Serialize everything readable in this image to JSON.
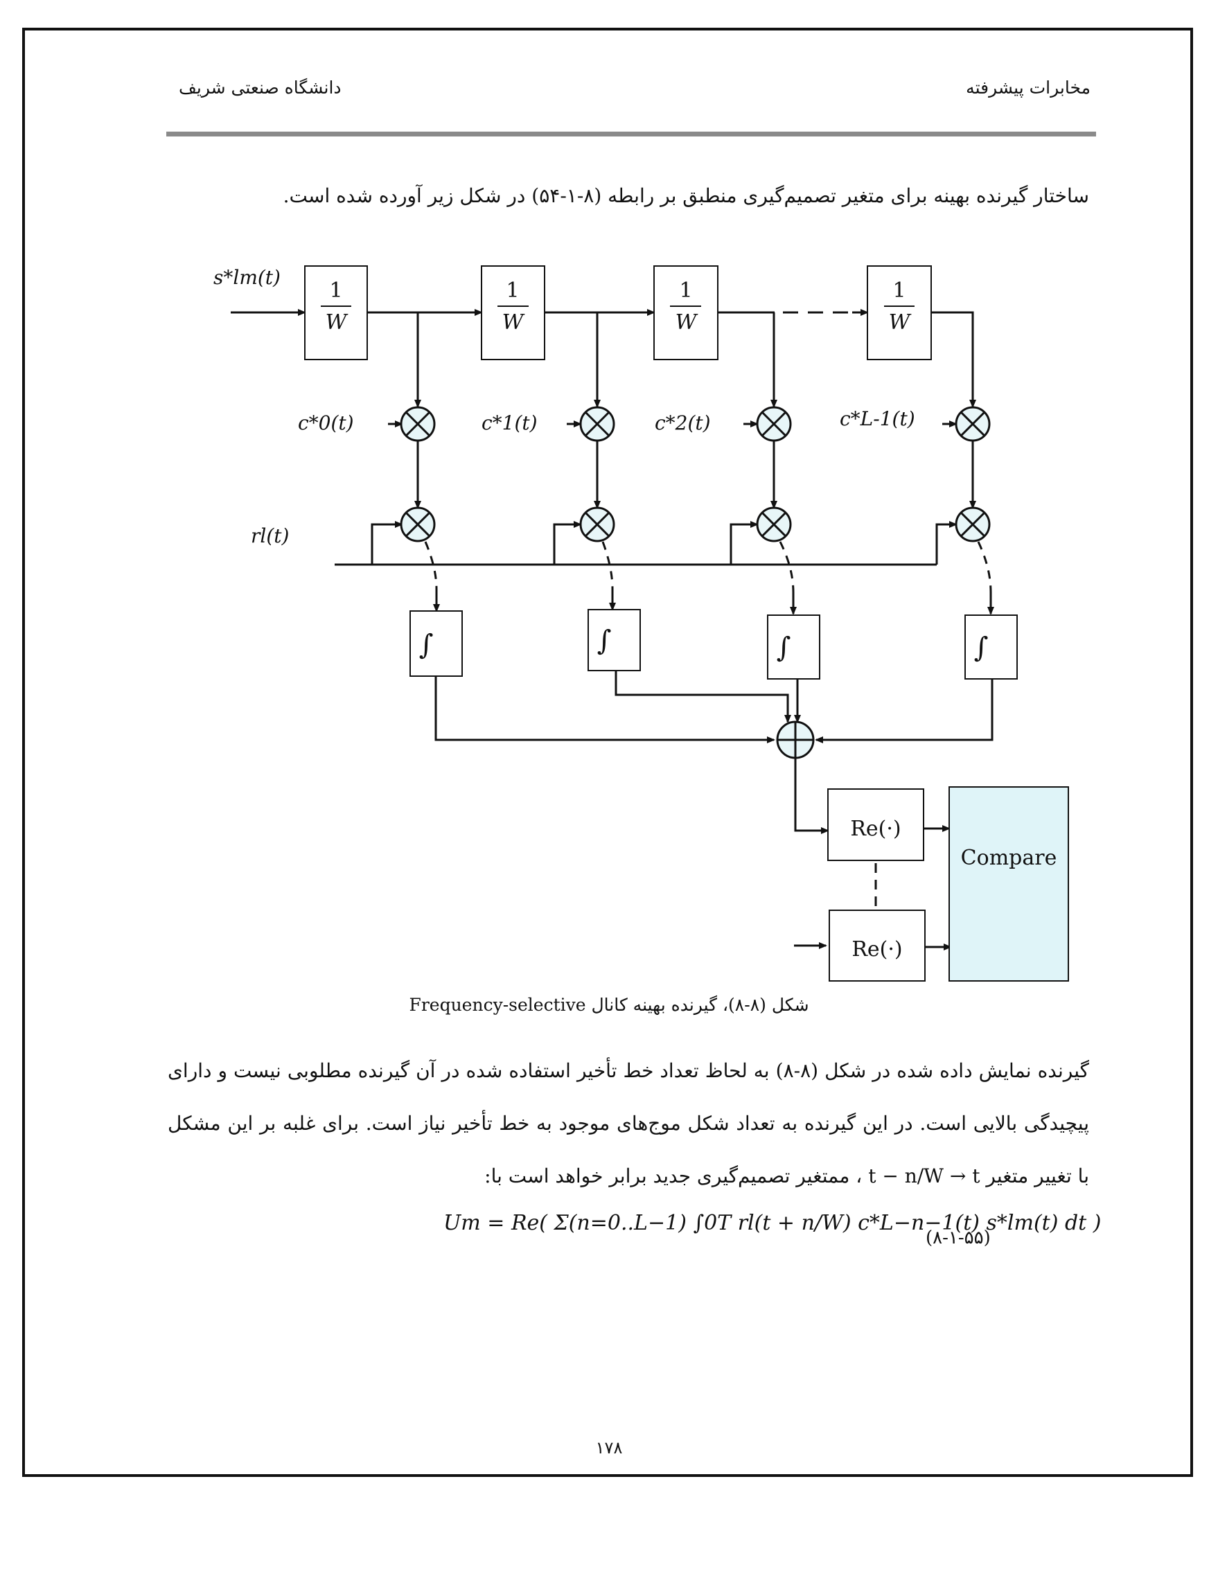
{
  "header": {
    "course_title": "مخابرات پیشرفته",
    "university": "دانشگاه صنعتی شریف"
  },
  "intro_text": "ساختار گیرنده بهینه برای متغیر تصمیم‌گیری منطبق بر رابطه (۸-۱-۵۴) در شکل زیر آورده شده است.",
  "diagram": {
    "input_label": "s*lm(t)",
    "delay_label_num": "1",
    "delay_label_den": "W",
    "tap_labels": [
      "c*0(t)",
      "c*1(t)",
      "c*2(t)",
      "c*L-1(t)"
    ],
    "received_label": "rl(t)",
    "integrator_symbol": "∫",
    "re_label": "Re(·)",
    "compare_label": "Compare"
  },
  "caption": "شکل (۸-۸)، گیرنده بهینه کانال Frequency-selective",
  "body_text": "گیرنده نمایش داده شده در شکل (۸-۸) به لحاظ تعداد خط تأخیر استفاده شده در آن گیرنده مطلوبی نیست و دارای پیچیدگی بالایی است. در این گیرنده به تعداد شکل موج‌های موجود به خط تأخیر نیاز است. برای غلبه بر این مشکل با تغییر متغیر t − n/W → t ، ممتغیر تصمیم‌گیری جدید برابر خواهد است با:",
  "equation": {
    "text": "Um = Re( Σ(n=0..L−1) ∫0T rl(t + n/W) c*L−n−1(t) s*lm(t) dt )",
    "number": "(۸-۱-۵۵)"
  },
  "page_number": "۱۷۸",
  "colors": {
    "compare_fill": "#dff4f8",
    "header_rule": "#8a8a8a"
  }
}
